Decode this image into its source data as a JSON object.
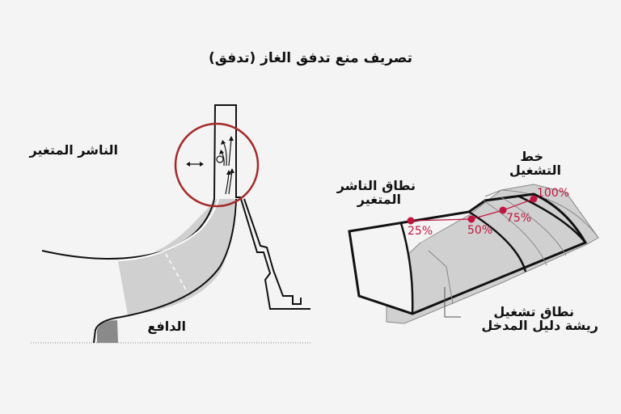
{
  "title": "تصريف منع تدفق الغاز (تدفق)",
  "left_diagram": {
    "label_diffuser": "الناشر المتغير",
    "label_impeller": "الدافع"
  },
  "right_diagram": {
    "label_diffuser_range_line1": "نطاق الناشر",
    "label_diffuser_range_line2": "المتغير",
    "label_operating_line_line1": "خط",
    "label_operating_line_line2": "التشغيل",
    "label_igv_range_line1": "نطاق تشغيل",
    "label_igv_range_line2": "ريشة دليل المدخل",
    "points": [
      {
        "label": "25%"
      },
      {
        "label": "50%"
      },
      {
        "label": "75%"
      },
      {
        "label": "100%"
      }
    ]
  },
  "colors": {
    "background": "#f4f4f4",
    "accent_red": "#c0153f",
    "circle_red": "#a52a2a",
    "gray_fill": "#d0d0d0",
    "dark_gray": "#8a8a8a"
  }
}
